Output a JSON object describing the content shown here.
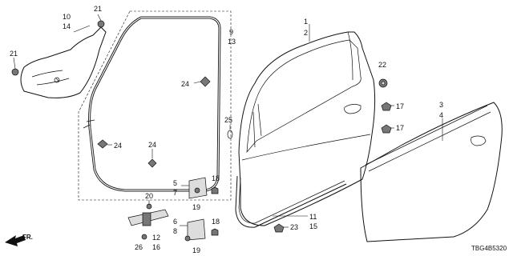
{
  "diagram_code": "TBG4B5320",
  "direction_label": "FR.",
  "callouts": [
    {
      "id": "c1",
      "text": "1"
    },
    {
      "id": "c2",
      "text": "2"
    },
    {
      "id": "c3",
      "text": "3"
    },
    {
      "id": "c4",
      "text": "4"
    },
    {
      "id": "c5",
      "text": "5"
    },
    {
      "id": "c6",
      "text": "6"
    },
    {
      "id": "c7",
      "text": "7"
    },
    {
      "id": "c8",
      "text": "8"
    },
    {
      "id": "c9",
      "text": "9"
    },
    {
      "id": "c10",
      "text": "10"
    },
    {
      "id": "c11",
      "text": "11"
    },
    {
      "id": "c12",
      "text": "12"
    },
    {
      "id": "c13",
      "text": "13"
    },
    {
      "id": "c14",
      "text": "14"
    },
    {
      "id": "c15",
      "text": "15"
    },
    {
      "id": "c16",
      "text": "16"
    },
    {
      "id": "c17a",
      "text": "17"
    },
    {
      "id": "c17b",
      "text": "17"
    },
    {
      "id": "c18a",
      "text": "18"
    },
    {
      "id": "c18b",
      "text": "18"
    },
    {
      "id": "c19a",
      "text": "19"
    },
    {
      "id": "c19b",
      "text": "19"
    },
    {
      "id": "c20",
      "text": "20"
    },
    {
      "id": "c21a",
      "text": "21"
    },
    {
      "id": "c21b",
      "text": "21"
    },
    {
      "id": "c22",
      "text": "22"
    },
    {
      "id": "c23",
      "text": "23"
    },
    {
      "id": "c24a",
      "text": "24"
    },
    {
      "id": "c24b",
      "text": "24"
    },
    {
      "id": "c24c",
      "text": "24"
    },
    {
      "id": "c25",
      "text": "25"
    },
    {
      "id": "c26",
      "text": "26"
    }
  ]
}
